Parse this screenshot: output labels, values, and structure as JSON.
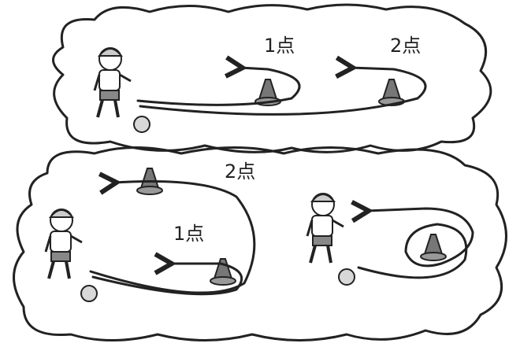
{
  "labels": {
    "top_near": "1点",
    "top_far": "2点",
    "bottom_far": "2点",
    "bottom_near": "1点"
  },
  "colors": {
    "line": "#222222",
    "cone": "#777777",
    "ball": "#d8d8d8",
    "background": "#ffffff"
  }
}
